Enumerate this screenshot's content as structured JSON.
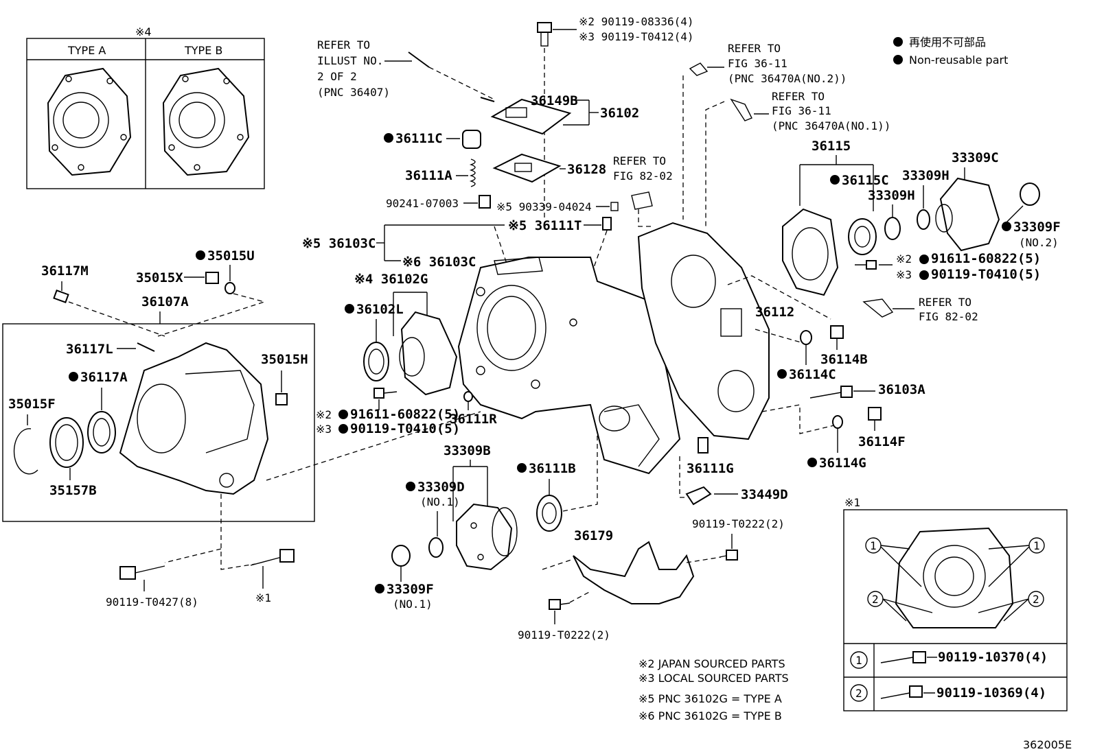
{
  "inset_type": {
    "mark": "※4",
    "type_a": "TYPE A",
    "type_b": "TYPE B"
  },
  "legend": {
    "jp": "再使用不可部品",
    "en": "Non-reusable part"
  },
  "refs": {
    "illust": [
      "REFER TO",
      "ILLUST NO.",
      "2 OF 2",
      "(PNC 36407)"
    ],
    "fig36_2": [
      "REFER TO",
      "FIG 36-11",
      "(PNC 36470A(NO.2))"
    ],
    "fig36_1": [
      "REFER TO",
      "FIG 36-11",
      "(PNC 36470A(NO.1))"
    ],
    "fig82_top": [
      "REFER TO",
      "FIG 82-02"
    ],
    "fig82_right": [
      "REFER TO",
      "FIG 82-02"
    ]
  },
  "labels": {
    "bolt_top_1": "※2 90119-08336(4)",
    "bolt_top_2": "※3 90119-T0412(4)",
    "p36149B": "36149B",
    "p36102": "36102",
    "p36111C": "36111C",
    "p36111A": "36111A",
    "p36128": "36128",
    "p90241": "90241-07003",
    "p90339": "※5 90339-04024",
    "p36111T": "※5 36111T",
    "p36103C_a": "※5 36103C",
    "p36103C_b": "※6 36103C",
    "p36117M": "36117M",
    "p35015X": "35015X",
    "p35015U": "35015U",
    "p36107A": "36107A",
    "p36102G": "※4 36102G",
    "p36102L": "36102L",
    "p36117L": "36117L",
    "p35015H": "35015H",
    "p36117A": "36117A",
    "p35015F": "35015F",
    "p35157B": "35157B",
    "p91611_mid": "※2",
    "p91611_mid_num": "91611-60822(5)",
    "p90119_mid": "※3",
    "p90119_mid_num": "90119-T0410(5)",
    "p36111R": "36111R",
    "p33309B": "33309B",
    "p33309D": "33309D",
    "p33309D_no": "(NO.1)",
    "p36111B": "36111B",
    "p33309F_bot": "33309F",
    "p33309F_bot_no": "(NO.1)",
    "p36179": "36179",
    "p90119_T0427": "90119-T0427(8)",
    "p_mark1": "※1",
    "p90119_T0222_a": "90119-T0222(2)",
    "p90119_T0222_b": "90119-T0222(2)",
    "p33449D": "33449D",
    "p36111G": "36111G",
    "p36112": "36112",
    "p36114C": "36114C",
    "p36114B": "36114B",
    "p36103A": "36103A",
    "p36114F": "36114F",
    "p36114G": "36114G",
    "p36115": "36115",
    "p36115C": "36115C",
    "p33309H_a": "33309H",
    "p33309H_b": "33309H",
    "p33309C": "33309C",
    "p33309F_right": "33309F",
    "p33309F_right_no": "(NO.2)",
    "p91611_right": "※2",
    "p91611_right_num": "91611-60822(5)",
    "p90119_right": "※3",
    "p90119_right_num": "90119-T0410(5)"
  },
  "inset_bolts": {
    "mark": "※1",
    "c1": "1",
    "c2": "2",
    "row1": "90119-10370(4)",
    "row2": "90119-10369(4)"
  },
  "notes": [
    "※2 JAPAN SOURCED PARTS",
    "※3 LOCAL SOURCED PARTS",
    "※5 PNC 36102G = TYPE A",
    "※6 PNC 36102G = TYPE B"
  ],
  "figure_id": "362005E"
}
